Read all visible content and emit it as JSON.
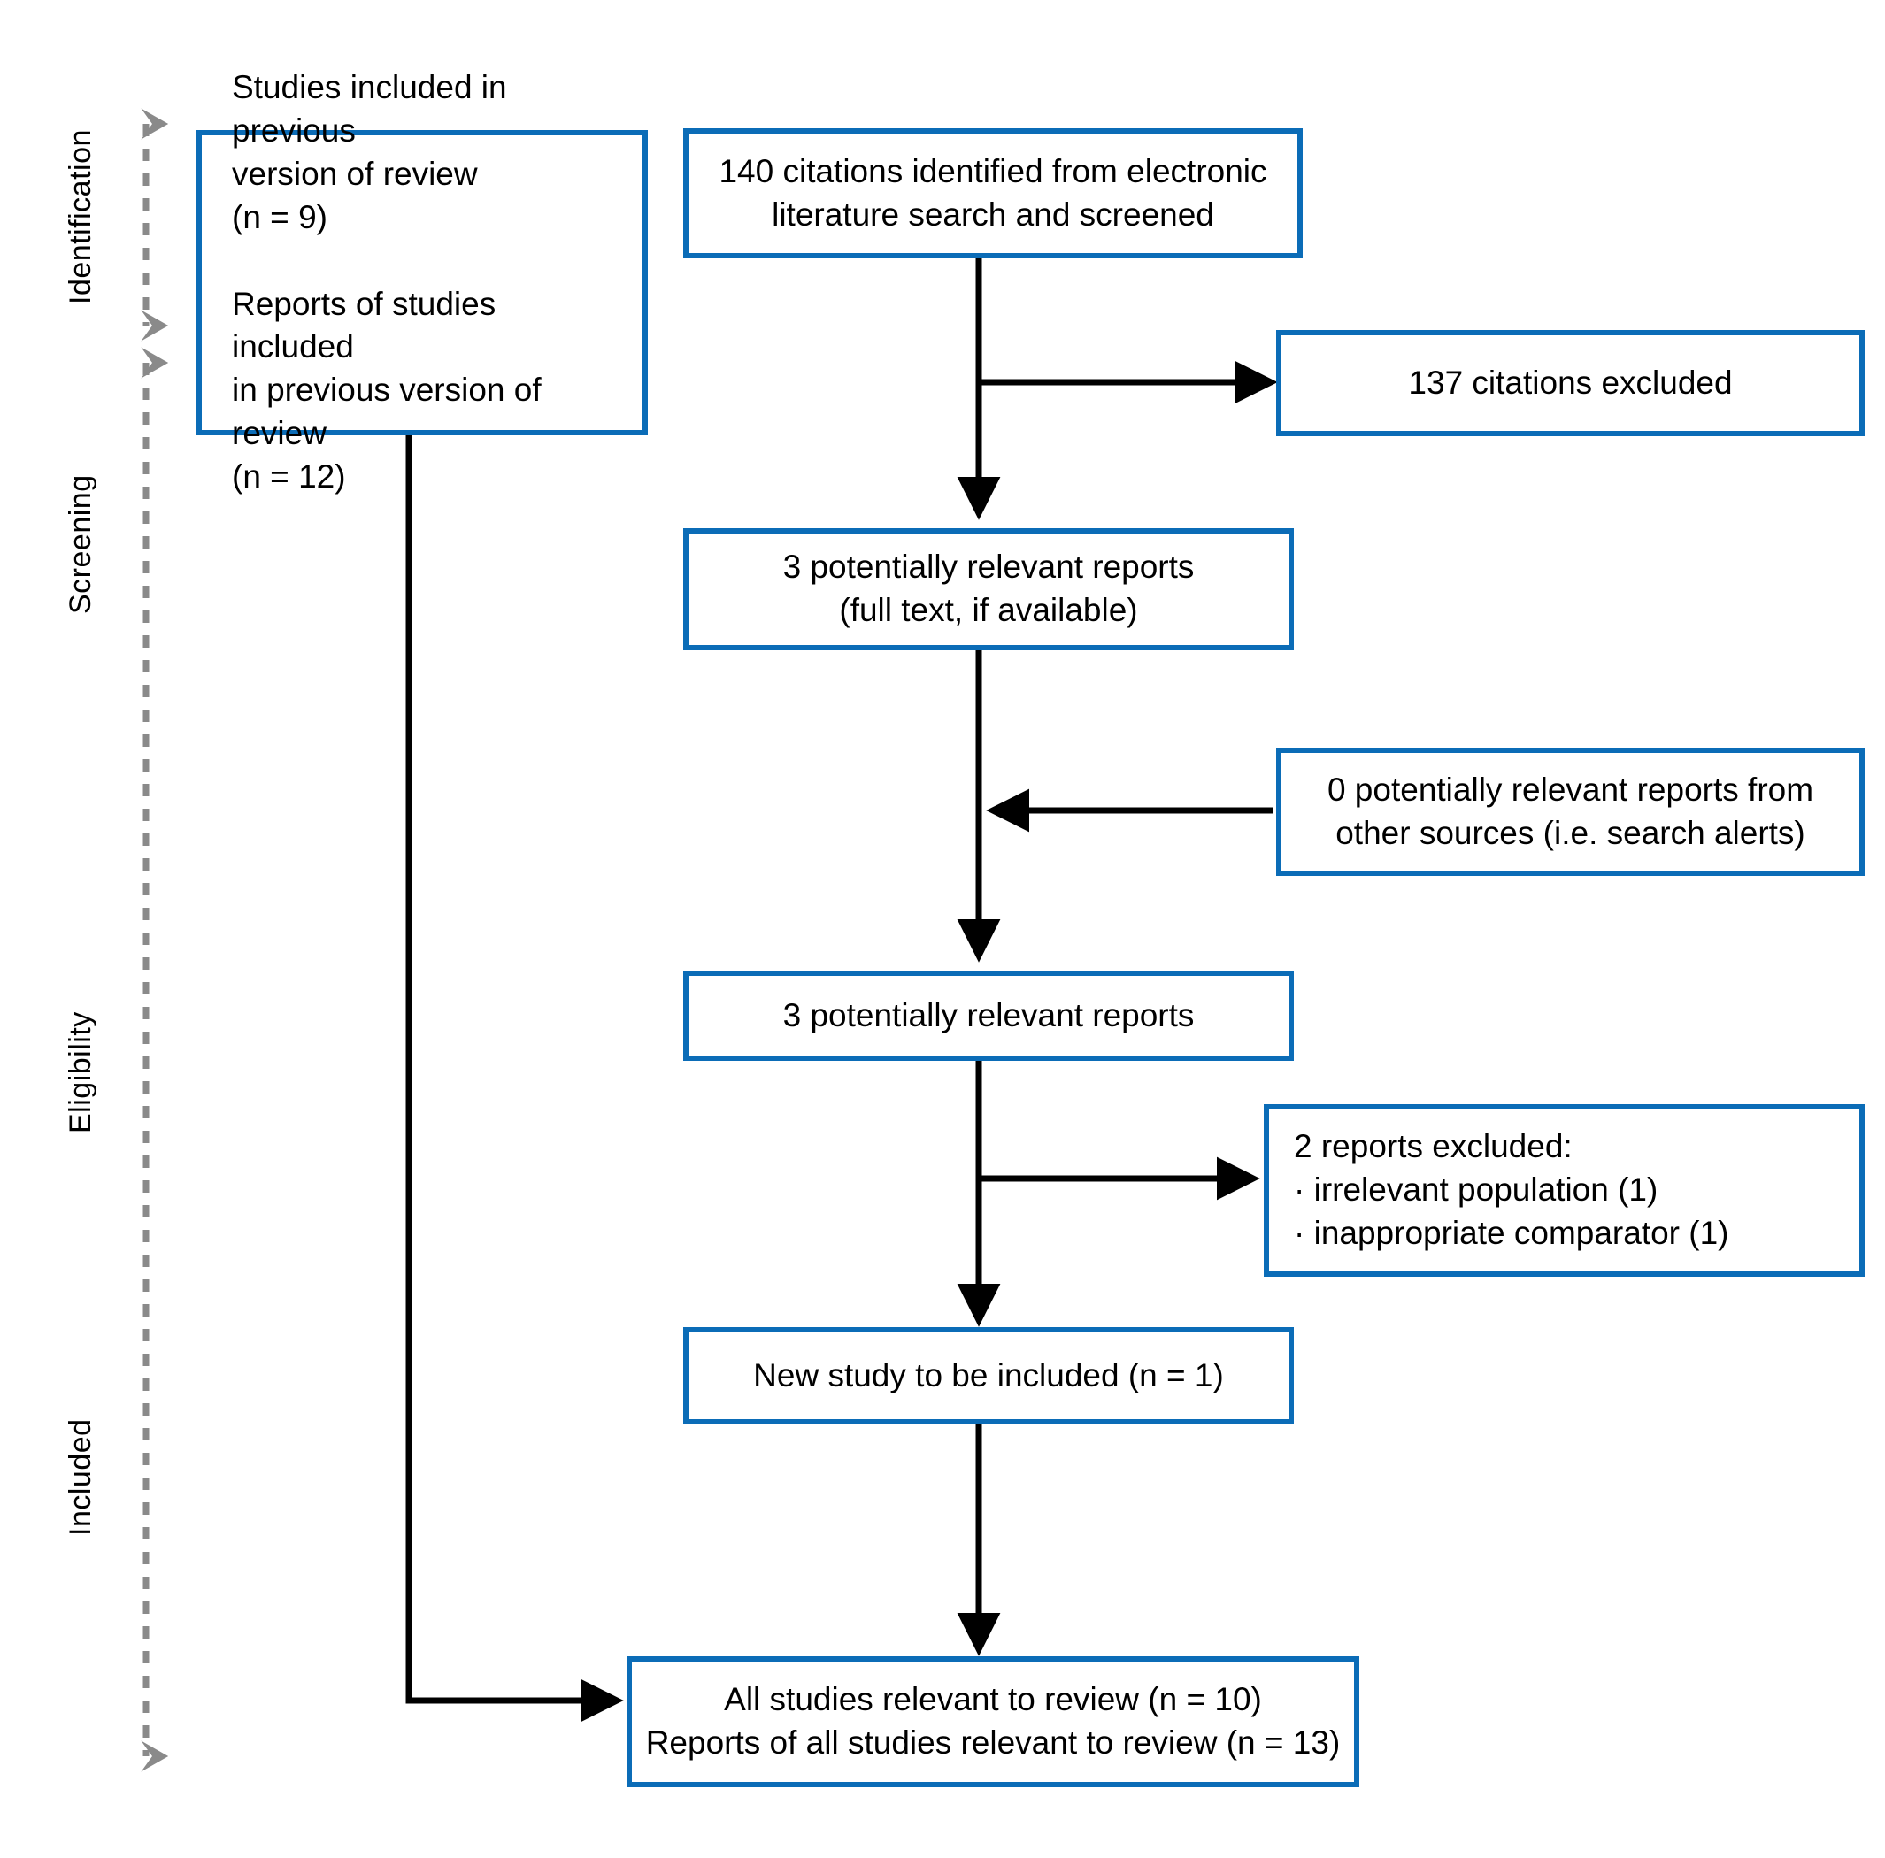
{
  "diagram": {
    "type": "prisma-flow-diagram",
    "accent_color": "#0b6cb7",
    "bracket_color": "#808080",
    "text_color": "#000000",
    "background": "#ffffff"
  },
  "stages": [
    {
      "label": "Identification"
    },
    {
      "label": "Screening"
    },
    {
      "label": "Eligibility"
    },
    {
      "label": "Included"
    }
  ],
  "boxes": {
    "previous_version": {
      "lines": [
        "Studies included in previous",
        "version of review",
        "(n = 9)",
        "",
        "Reports of studies included",
        "in previous version of review",
        "(n = 12)"
      ]
    },
    "identified": {
      "lines": [
        "140 citations identified from electronic",
        "literature search and screened"
      ]
    },
    "excluded_citations": {
      "lines": [
        "137 citations excluded"
      ]
    },
    "potentially_relevant_fulltext": {
      "lines": [
        "3 potentially relevant reports",
        "(full text, if available)"
      ]
    },
    "other_sources": {
      "lines": [
        "0 potentially relevant reports from",
        "other sources (i.e. search alerts)"
      ]
    },
    "potentially_relevant": {
      "lines": [
        "3 potentially relevant reports"
      ]
    },
    "reports_excluded": {
      "lines": [
        "2 reports excluded:",
        "· irrelevant population (1)",
        "· inappropriate comparator (1)"
      ]
    },
    "new_study": {
      "lines": [
        "New study to be included (n = 1)"
      ]
    },
    "all_studies": {
      "lines": [
        "All studies relevant to review (n = 10)",
        "Reports of all studies relevant to review (n = 13)"
      ]
    }
  },
  "counts": {
    "previous_studies": 9,
    "previous_reports": 12,
    "citations_identified": 140,
    "citations_excluded": 137,
    "potentially_relevant_fulltext": 3,
    "other_sources_reports": 0,
    "potentially_relevant": 3,
    "reports_excluded": 2,
    "irrelevant_population": 1,
    "inappropriate_comparator": 1,
    "new_studies_included": 1,
    "all_studies_relevant": 10,
    "all_reports_relevant": 13
  }
}
